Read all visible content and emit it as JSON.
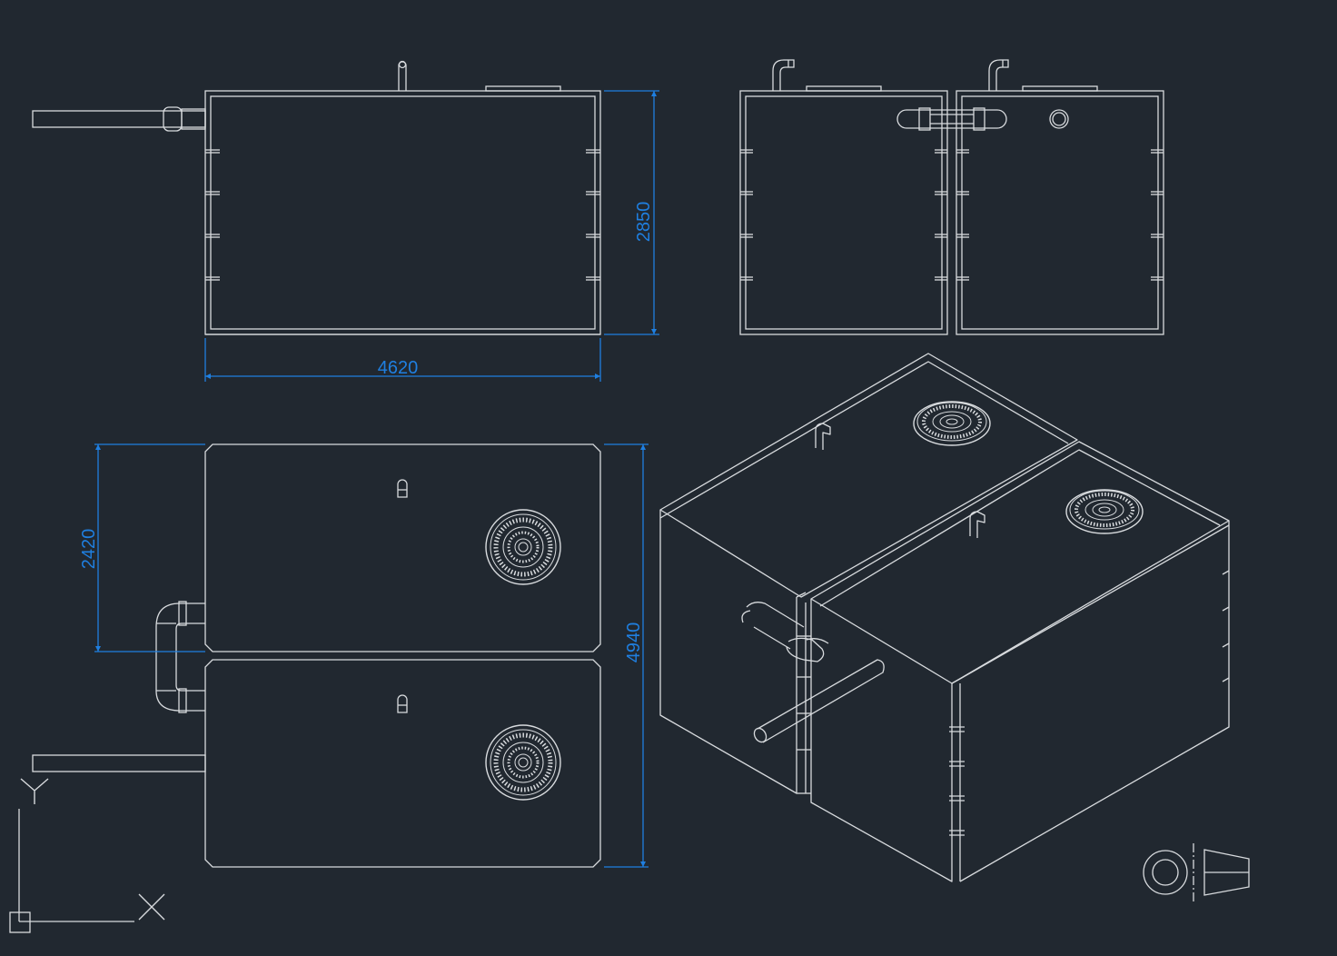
{
  "colors": {
    "background": "#212830",
    "linework": "#d8dbde",
    "dimension": "#1f7fe0"
  },
  "dimensions": {
    "front_width": "4620",
    "front_height": "2850",
    "plan_depth_single": "2420",
    "plan_depth_total": "4940"
  },
  "ucs": {
    "y_label": "Y",
    "x_label": "X"
  },
  "icons": [
    "ucs-icon",
    "projection-symbol-icon"
  ]
}
